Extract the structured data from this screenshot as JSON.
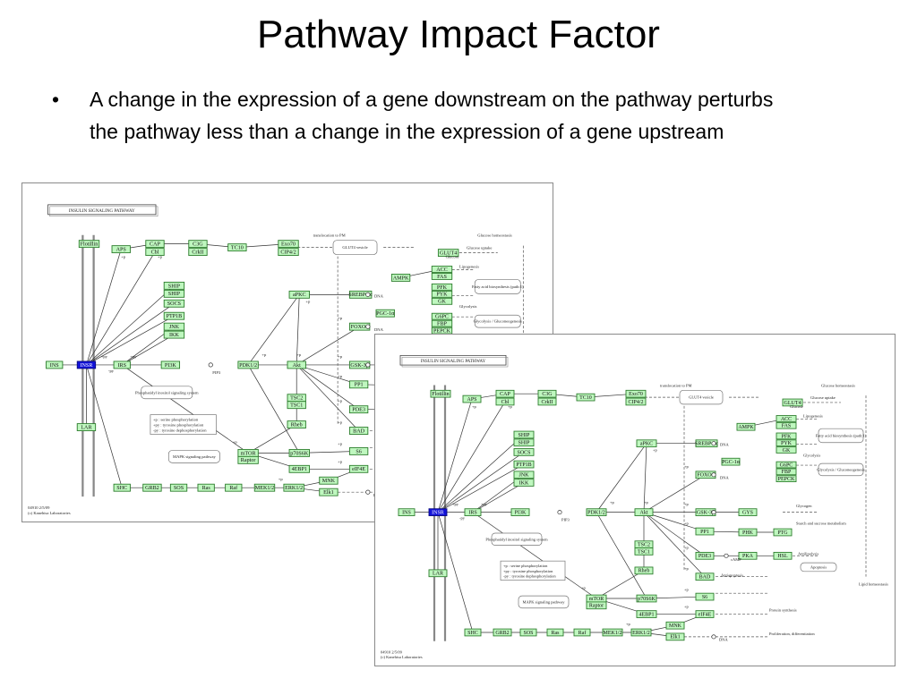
{
  "slide": {
    "title": "Pathway Impact Factor",
    "bullet": "A change in the expression of a gene downstream on the pathway perturbs the pathway less than a change in the expression of a gene upstream"
  },
  "pathway": {
    "title": "INSULIN SIGNALING PATHWAY",
    "footer_id": "04910 2/5/09",
    "footer_lab": "(c) Kanehisa Laboratories",
    "nodes": {
      "flotillin": "Flotillin",
      "aps": "APS",
      "cap": "CAP",
      "cbl": "Cbl",
      "c3g": "C3G",
      "crk": "CrkII",
      "tc10": "TC10",
      "exo70": "Exo70",
      "cip4": "CIP4/2",
      "glut4": "GLUT4",
      "ship": "SHIP",
      "shp2": "SHIP",
      "socs": "SOCS",
      "ptp1b": "PTP1B",
      "jnk": "JNK",
      "ikk": "IKK",
      "ins": "INS",
      "insr": "INSR",
      "irs": "IRS",
      "pi3k": "PI3K",
      "pdk12": "PDK1/2",
      "akt": "Akt",
      "lar": "LAR",
      "shc": "SHC",
      "grb2": "GRB2",
      "sos": "SOS",
      "ras": "Ras",
      "raf": "Raf",
      "mek12": "MEK1/2",
      "erk12": "ERK1/2",
      "apkc": "aPKC",
      "srebp": "SREBP-1c",
      "pgc": "PGC-1α",
      "foxo1": "FOXO1",
      "ampk": "AMPK",
      "acc": "ACC",
      "fas": "FAS",
      "pfk": "PFK",
      "pyk": "PYK",
      "gk": "GK",
      "g6pc": "G6PC",
      "fbp": "FBP",
      "pepck": "PEPCK",
      "gsk3b": "GSK-3β",
      "gys": "GYS",
      "pp1": "PP1",
      "phk": "PHK",
      "ptg": "PTG",
      "pde3": "PDE3",
      "pka": "PKA",
      "hsl": "HSL",
      "bad": "BAD",
      "tsc2": "TSC2",
      "tsc1": "TSC1",
      "rheb": "Rheb",
      "mtor": "mTOR",
      "raptor": "Raptor",
      "p70s6k": "p70S6K",
      "s6": "S6",
      "4ebp1": "4EBP1",
      "eif4e": "eIF4E",
      "mnk": "MNK",
      "elk1": "Elk1"
    },
    "labels": {
      "translocation": "translocation to PM",
      "glut4_vesicle": "GLUT4 vesicle",
      "glucose": "Glucose",
      "glucose_uptake": "Glucose uptake",
      "glucose_homeostasis": "Glucose homeostasis",
      "lipogenesis": "Lipogenesis",
      "fatty_acid": "Fatty acid biosynthesis (path:1)",
      "glycolysis": "Glycolysis",
      "glycolysis_box": "Glycolysis / Gluconeogenesis",
      "dna": "DNA",
      "pip3": "PIP3",
      "glycogen": "Glycogen",
      "starch": "Starch and sucrose metabolism",
      "camp": "cAMP",
      "antilipolysis": "Antilipolysis",
      "antiapoptosis": "Antiapoptosis",
      "apoptosis": "Apoptosis",
      "protein_synthesis": "Protein synthesis",
      "proliferation": "Proliferation, differentiation",
      "lipid_homeostasis": "Lipid homeostasis",
      "phosphatidyl": "Phosphatidyl inositol signaling system",
      "mapk": "MAPK signaling pathway",
      "legend1": "+p : serine phosphorylation",
      "legend2": "+py : tyrosine phosphorylation",
      "legend3": "-py : tyrosine dephosphorylation",
      "p": "+p",
      "py": "+py",
      "npy": "-py",
      "ub": "+u"
    }
  }
}
